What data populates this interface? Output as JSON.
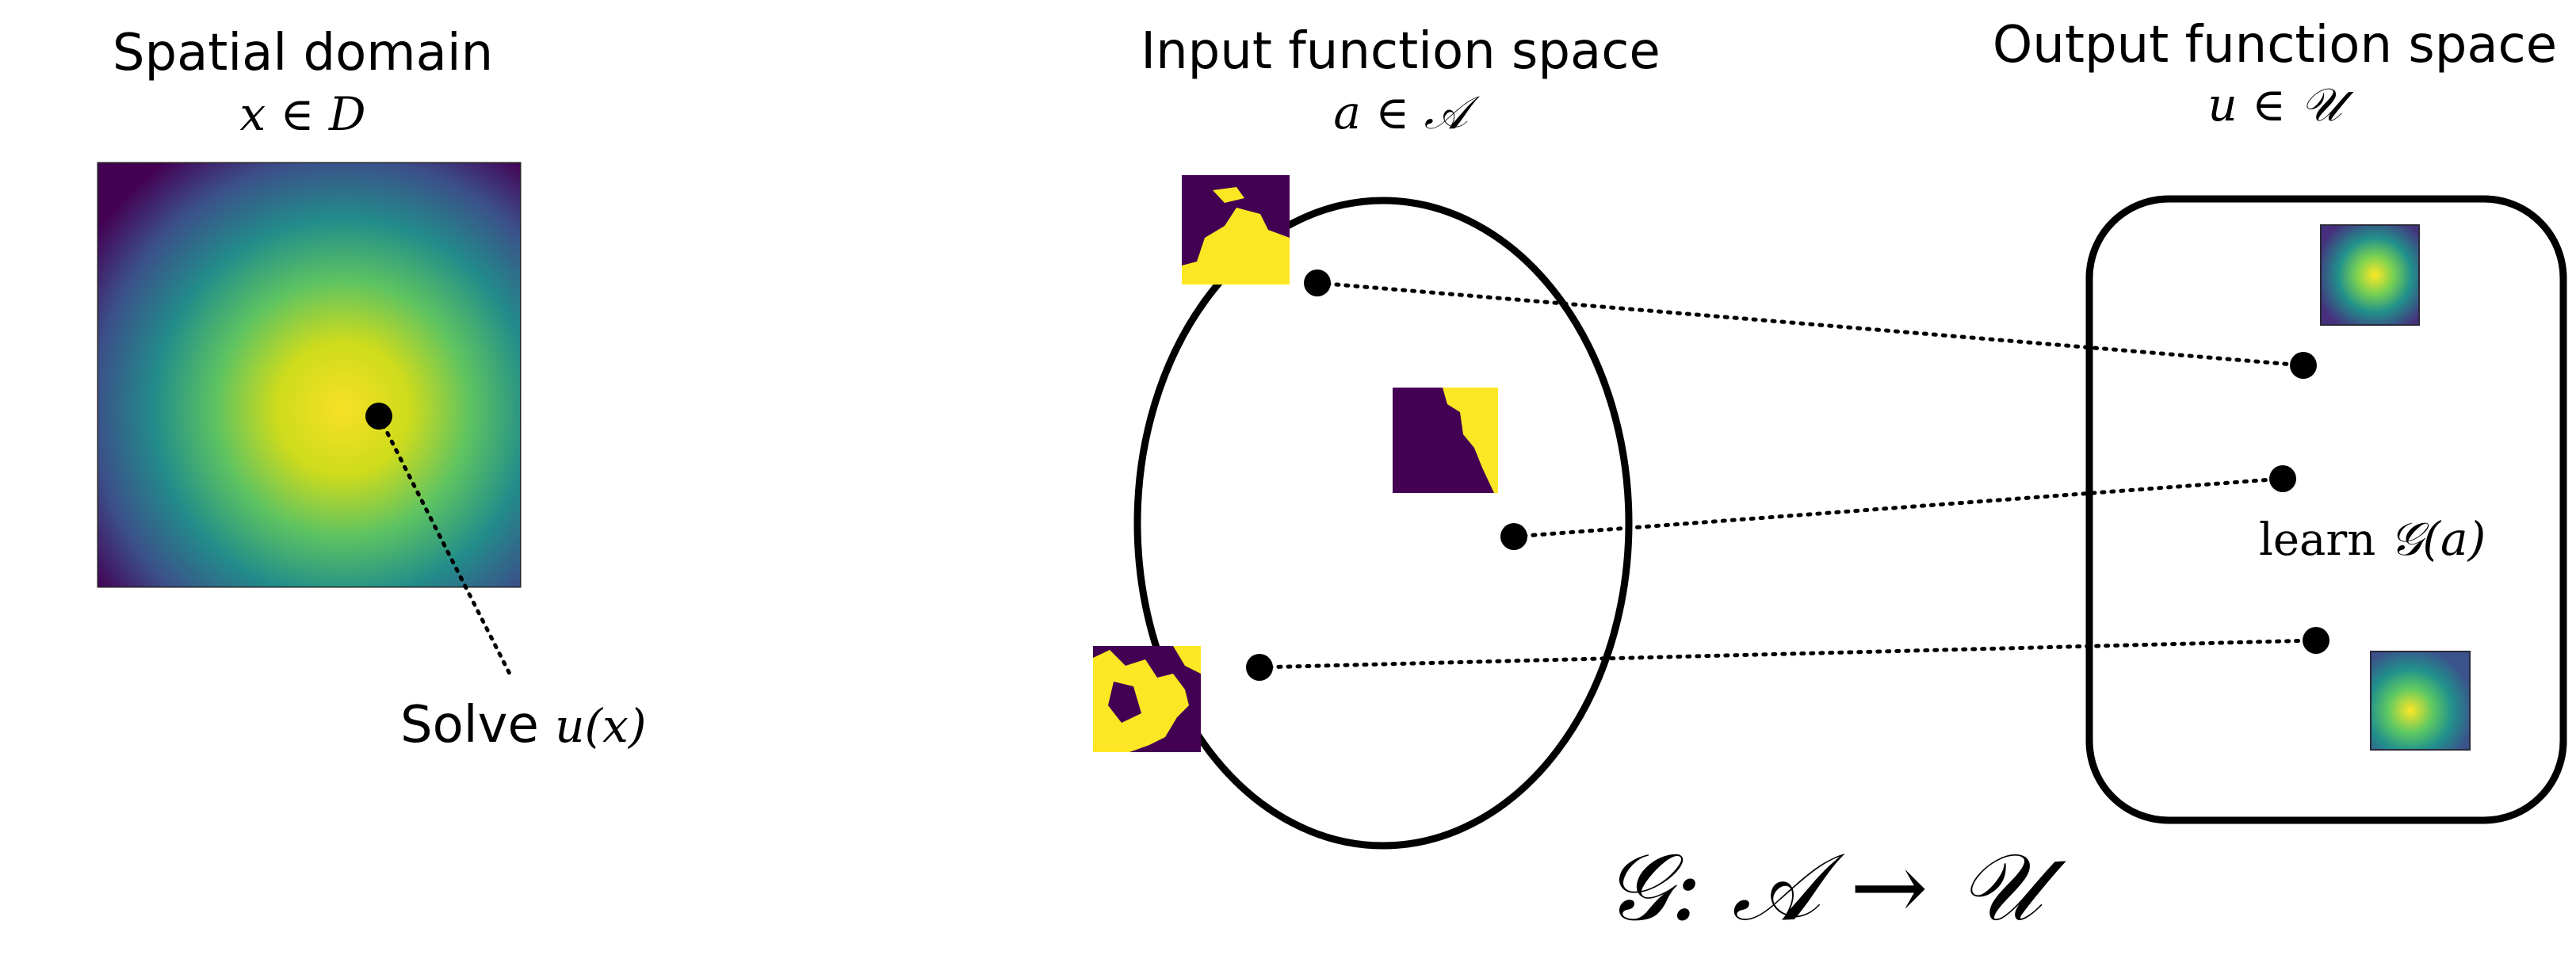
{
  "colors": {
    "viridis_dark": "#440154",
    "viridis_mid": "#21918c",
    "viridis_light": "#5ec962",
    "viridis_bright": "#fde725",
    "stroke": "#000000"
  },
  "spatial": {
    "title": "Spatial domain",
    "math": "x ∈ D",
    "solve_label": "Solve",
    "solve_math": "u(x)"
  },
  "input_space": {
    "title": "Input function space",
    "math": "a ∈ 𝒜"
  },
  "output_space": {
    "title": "Output function space",
    "math": "u ∈ 𝒰",
    "learn_label": "learn",
    "learn_math": "𝒢(a)"
  },
  "operator": {
    "formula": "𝒢: 𝒜 → 𝒰"
  }
}
